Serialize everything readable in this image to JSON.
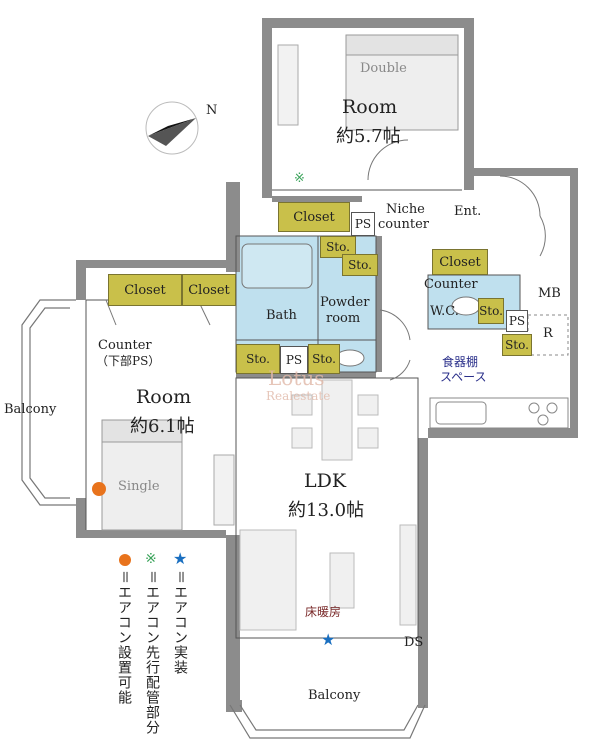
{
  "rooms": {
    "bedroom_top": {
      "name": "Room",
      "size": "約5.7帖",
      "bed": "Double"
    },
    "bedroom_left": {
      "name": "Room",
      "size": "約6.1帖",
      "bed": "Single"
    },
    "ldk": {
      "name": "LDK",
      "size": "約13.0帖"
    }
  },
  "labels": {
    "closet": "Closet",
    "sto": "Sto.",
    "ps": "PS",
    "niche": "Niche",
    "counter": "counter",
    "ent": "Ent.",
    "mb": "MB",
    "r": "R",
    "bath": "Bath",
    "powder": "Powder",
    "room_word": "room",
    "counter_cap": "Counter",
    "wc": "W.C.",
    "shelf_line1": "食器棚",
    "shelf_line2": "スペース",
    "counter_ps": "Counter",
    "counter_ps_sub": "（下部PS）",
    "balcony_left": "Balcony",
    "balcony_bottom": "Balcony",
    "floor_heating": "床暖房",
    "ds": "DS",
    "compass_n": "N"
  },
  "legend": {
    "orange_text": "＝エアコン設置可能",
    "green_text": "＝エアコン先行配管部分",
    "blue_text": "＝エアコン実装",
    "green_symbol": "※",
    "blue_symbol": "★"
  },
  "watermark": {
    "name": "Lotus",
    "sub": "Realestate"
  },
  "colors": {
    "wall": "#8c8c8c",
    "wet_area": "#bfe0ee",
    "closet": "#c9c04a",
    "orange": "#e8731c",
    "green": "#3aa35a",
    "blue": "#1a6fc0"
  }
}
